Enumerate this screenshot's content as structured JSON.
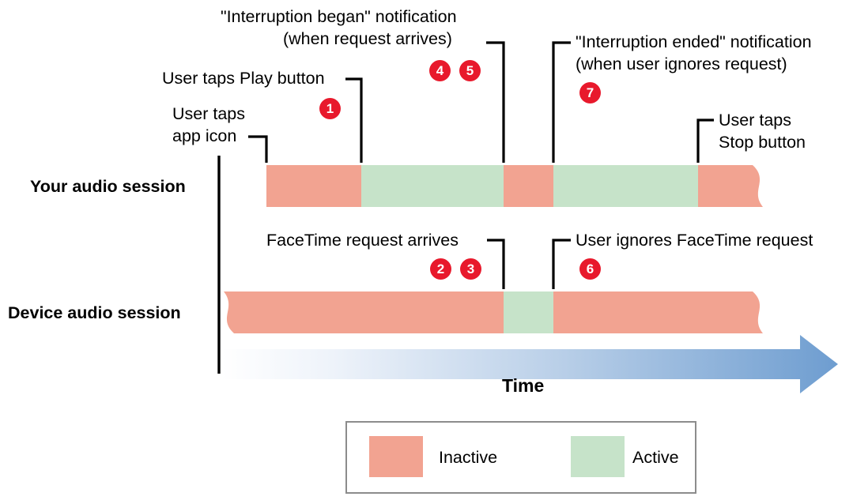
{
  "diagram": {
    "title_annotations": {
      "interruption_began_line1": "\"Interruption began\" notification",
      "interruption_began_line2": "(when request arrives)",
      "user_taps_play": "User taps Play button",
      "user_taps_app_icon_line1": "User taps",
      "user_taps_app_icon_line2": "app icon",
      "interruption_ended_line1": "\"Interruption ended\" notification",
      "interruption_ended_line2": "(when user ignores request)",
      "user_taps_stop_line1": "User taps",
      "user_taps_stop_line2": "Stop button",
      "facetime_request_arrives": "FaceTime request arrives",
      "user_ignores_facetime": "User ignores FaceTime request"
    },
    "badges": [
      {
        "id": "badge-1",
        "number": "1"
      },
      {
        "id": "badge-2",
        "number": "2"
      },
      {
        "id": "badge-3",
        "number": "3"
      },
      {
        "id": "badge-4",
        "number": "4"
      },
      {
        "id": "badge-5",
        "number": "5"
      },
      {
        "id": "badge-6",
        "number": "6"
      },
      {
        "id": "badge-7",
        "number": "7"
      }
    ],
    "rows": [
      {
        "label": "Your audio session"
      },
      {
        "label": "Device audio session"
      }
    ],
    "axis": {
      "time_label": "Time"
    },
    "legend": {
      "items": [
        {
          "label": "Inactive",
          "color": "#f2a391"
        },
        {
          "label": "Active",
          "color": "#c6e3c9"
        }
      ]
    },
    "colors": {
      "inactive": "#f2a391",
      "active": "#c6e3c9",
      "badge": "#e8192c",
      "axis": "#000000",
      "arrow_start": "#ffffff",
      "arrow_end": "#6e9dd0",
      "legend_border": "#8c8c8c"
    }
  },
  "chart_data": {
    "type": "timeline",
    "title": "Audio session interruption timeline",
    "xlabel": "Time",
    "legend": [
      "Inactive",
      "Active"
    ],
    "series": [
      {
        "name": "Your audio session",
        "segments": [
          {
            "state": "Inactive",
            "start": 337,
            "end": 457
          },
          {
            "state": "Active",
            "start": 457,
            "end": 637
          },
          {
            "state": "Inactive",
            "start": 637,
            "end": 700
          },
          {
            "state": "Active",
            "start": 700,
            "end": 883
          },
          {
            "state": "Inactive",
            "start": 883,
            "end": 965
          }
        ],
        "truncated_left": false,
        "truncated_right": true
      },
      {
        "name": "Device audio session",
        "segments": [
          {
            "state": "Inactive",
            "start": 288,
            "end": 637
          },
          {
            "state": "Active",
            "start": 637,
            "end": 700
          },
          {
            "state": "Inactive",
            "start": 700,
            "end": 965
          }
        ],
        "truncated_left": true,
        "truncated_right": true
      }
    ],
    "events": [
      {
        "at": 337,
        "label": "User taps app icon",
        "row": "Your audio session"
      },
      {
        "at": 457,
        "label": "User taps Play button",
        "row": "Your audio session",
        "badges": [
          "1"
        ]
      },
      {
        "at": 637,
        "label": "\"Interruption began\" notification (when request arrives)",
        "row": "Your audio session",
        "badges": [
          "4",
          "5"
        ]
      },
      {
        "at": 637,
        "label": "FaceTime request arrives",
        "row": "Device audio session",
        "badges": [
          "2",
          "3"
        ]
      },
      {
        "at": 700,
        "label": "\"Interruption ended\" notification (when user ignores request)",
        "row": "Your audio session",
        "badges": [
          "7"
        ]
      },
      {
        "at": 700,
        "label": "User ignores FaceTime request",
        "row": "Device audio session",
        "badges": [
          "6"
        ]
      },
      {
        "at": 883,
        "label": "User taps Stop button",
        "row": "Your audio session"
      }
    ]
  }
}
